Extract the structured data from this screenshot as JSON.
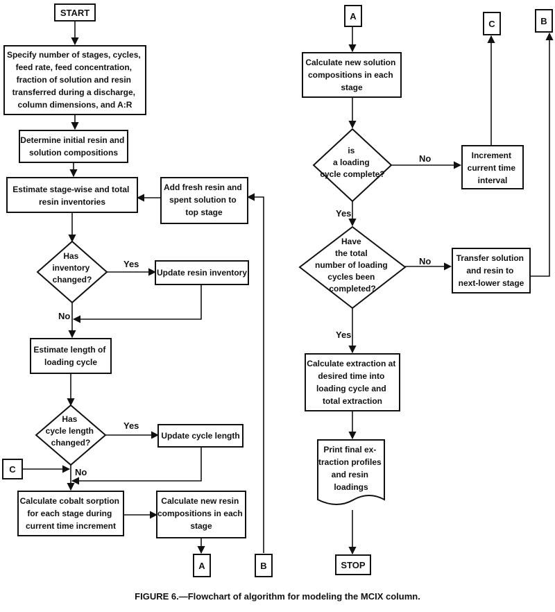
{
  "nodes": {
    "start": "START",
    "specify": [
      "Specify number of stages, cycles,",
      "feed rate, feed concentration,",
      "fraction of solution and resin",
      "transferred during a discharge,",
      "column dimensions, and A:R"
    ],
    "determine": [
      "Determine initial resin and",
      "solution compositions"
    ],
    "estimate_inv": [
      "Estimate stage-wise and total",
      "resin inventories"
    ],
    "add_fresh": [
      "Add fresh resin and",
      "spent solution to",
      "top stage"
    ],
    "has_inventory": [
      "Has",
      "inventory",
      "changed?"
    ],
    "update_inv": [
      "Update resin inventory"
    ],
    "estimate_len": [
      "Estimate length of",
      "loading cycle"
    ],
    "has_cycle": [
      "Has",
      "cycle length",
      "changed?"
    ],
    "update_cycle": [
      "Update cycle length"
    ],
    "connector_c_left": "C",
    "calc_cobalt": [
      "Calculate cobalt sorption",
      "for each stage during",
      "current time increment"
    ],
    "calc_resin": [
      "Calculate new resin",
      "compositions in each",
      "stage"
    ],
    "connector_a_bottom": "A",
    "connector_b_bottom": "B",
    "connector_a_top": "A",
    "connector_c_top": "C",
    "connector_b_top": "B",
    "calc_solution": [
      "Calculate new solution",
      "compositions in each",
      "stage"
    ],
    "is_loading": [
      "is",
      "a loading",
      "cycle complete?"
    ],
    "increment": [
      "Increment",
      "current time",
      "interval"
    ],
    "have_total": [
      "Have",
      "the total",
      "number of loading",
      "cycles been",
      "completed?"
    ],
    "transfer": [
      "Transfer solution",
      "and resin to",
      "next-lower stage"
    ],
    "calc_extraction": [
      "Calculate extraction at",
      "desired time into",
      "loading cycle and",
      "total extraction"
    ],
    "print_final": [
      "Print final ex-",
      "traction profiles",
      "and resin",
      "loadings"
    ],
    "stop": "STOP"
  },
  "edge_labels": {
    "inv_yes": "Yes",
    "inv_no": "No",
    "cycle_yes": "Yes",
    "cycle_no": "No",
    "loading_no": "No",
    "loading_yes": "Yes",
    "total_no": "No",
    "total_yes": "Yes"
  },
  "caption": "FIGURE 6.—Flowchart of algorithm for modeling the MCIX column."
}
